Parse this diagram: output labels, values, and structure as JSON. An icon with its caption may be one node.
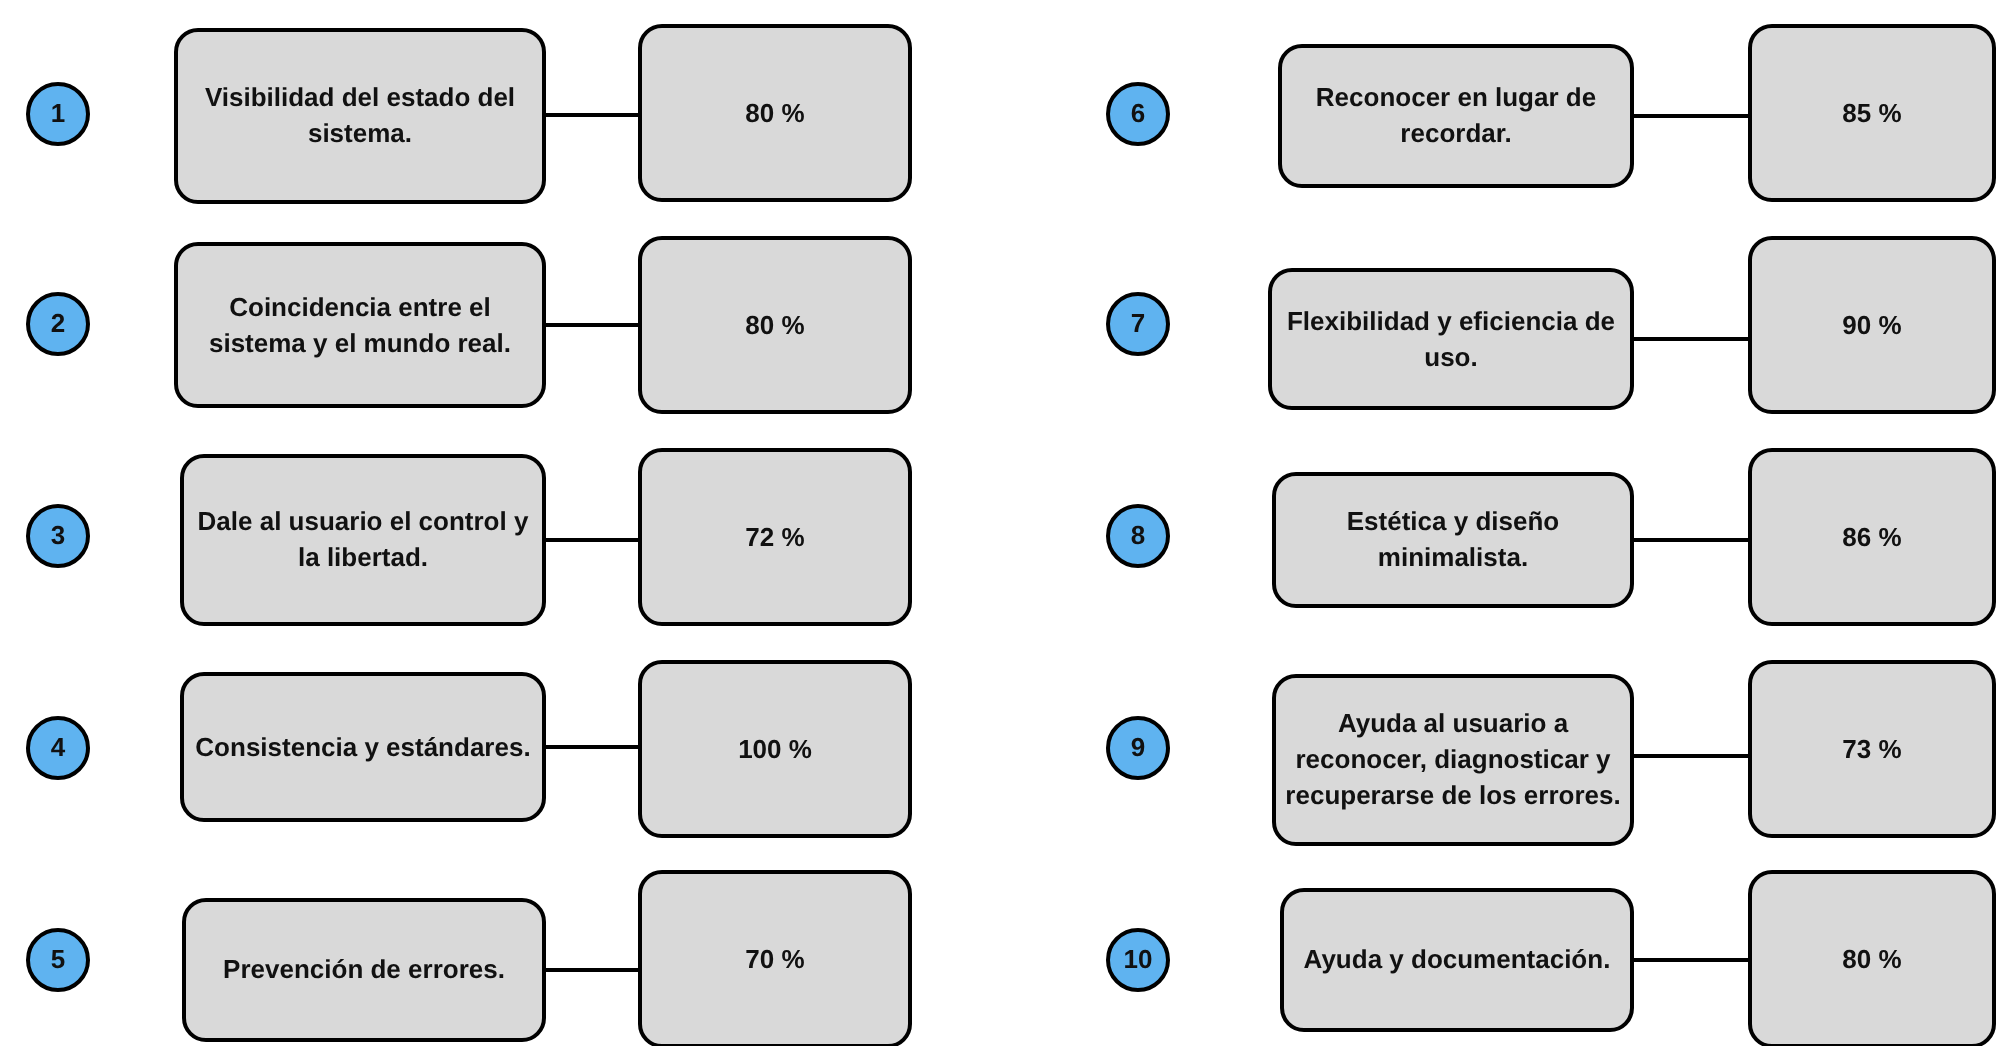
{
  "diagram": {
    "nodes": [
      {
        "text": [
          "1"
        ]
      },
      {
        "text": [
          "Visibilidad del estado del sistema."
        ]
      },
      {
        "text": [
          "80 %"
        ]
      },
      {
        "text": [
          "2"
        ]
      },
      {
        "text": [
          "Coincidencia entre el sistema y el mundo real."
        ]
      },
      {
        "text": [
          "80 %"
        ]
      },
      {
        "text": [
          "3"
        ]
      },
      {
        "text": [
          "Dale al usuario el control y la libertad."
        ]
      },
      {
        "text": [
          "72 %"
        ]
      },
      {
        "text": [
          "4"
        ]
      },
      {
        "text": [
          "Consistencia y estándares."
        ]
      },
      {
        "text": [
          "100 %"
        ]
      },
      {
        "text": [
          "5"
        ]
      },
      {
        "text": [
          "Prevención de errores."
        ]
      },
      {
        "text": [
          "70 %"
        ]
      },
      {
        "text": [
          "6"
        ]
      },
      {
        "text": [
          "Reconocer en lugar de recordar."
        ]
      },
      {
        "text": [
          "85 %"
        ]
      },
      {
        "text": [
          "7"
        ]
      },
      {
        "text": [
          "Flexibilidad y eficiencia de uso."
        ]
      },
      {
        "text": [
          "90 %"
        ]
      },
      {
        "text": [
          "8"
        ]
      },
      {
        "text": [
          "Estética y diseño minimalista."
        ]
      },
      {
        "text": [
          "86 %"
        ]
      },
      {
        "text": [
          "9"
        ]
      },
      {
        "text": [
          "Ayuda al usuario a reconocer, diagnosticar y recuperarse de los errores."
        ]
      },
      {
        "text": [
          "73 %"
        ]
      },
      {
        "text": [
          "10"
        ]
      },
      {
        "text": [
          "Ayuda y documentación."
        ]
      },
      {
        "text": [
          "80 %"
        ]
      }
    ],
    "edges": [
      {
        "from": 1,
        "to": 2,
        "arrow": "none"
      },
      {
        "from": 4,
        "to": 5,
        "arrow": "none"
      },
      {
        "from": 7,
        "to": 8,
        "arrow": "none"
      },
      {
        "from": 10,
        "to": 11,
        "arrow": "none"
      },
      {
        "from": 13,
        "to": 14,
        "arrow": "none"
      },
      {
        "from": 16,
        "to": 17,
        "arrow": "none"
      },
      {
        "from": 19,
        "to": 20,
        "arrow": "none"
      },
      {
        "from": 22,
        "to": 23,
        "arrow": "none"
      },
      {
        "from": 25,
        "to": 26,
        "arrow": "none"
      },
      {
        "from": 28,
        "to": 29,
        "arrow": "none"
      }
    ]
  }
}
